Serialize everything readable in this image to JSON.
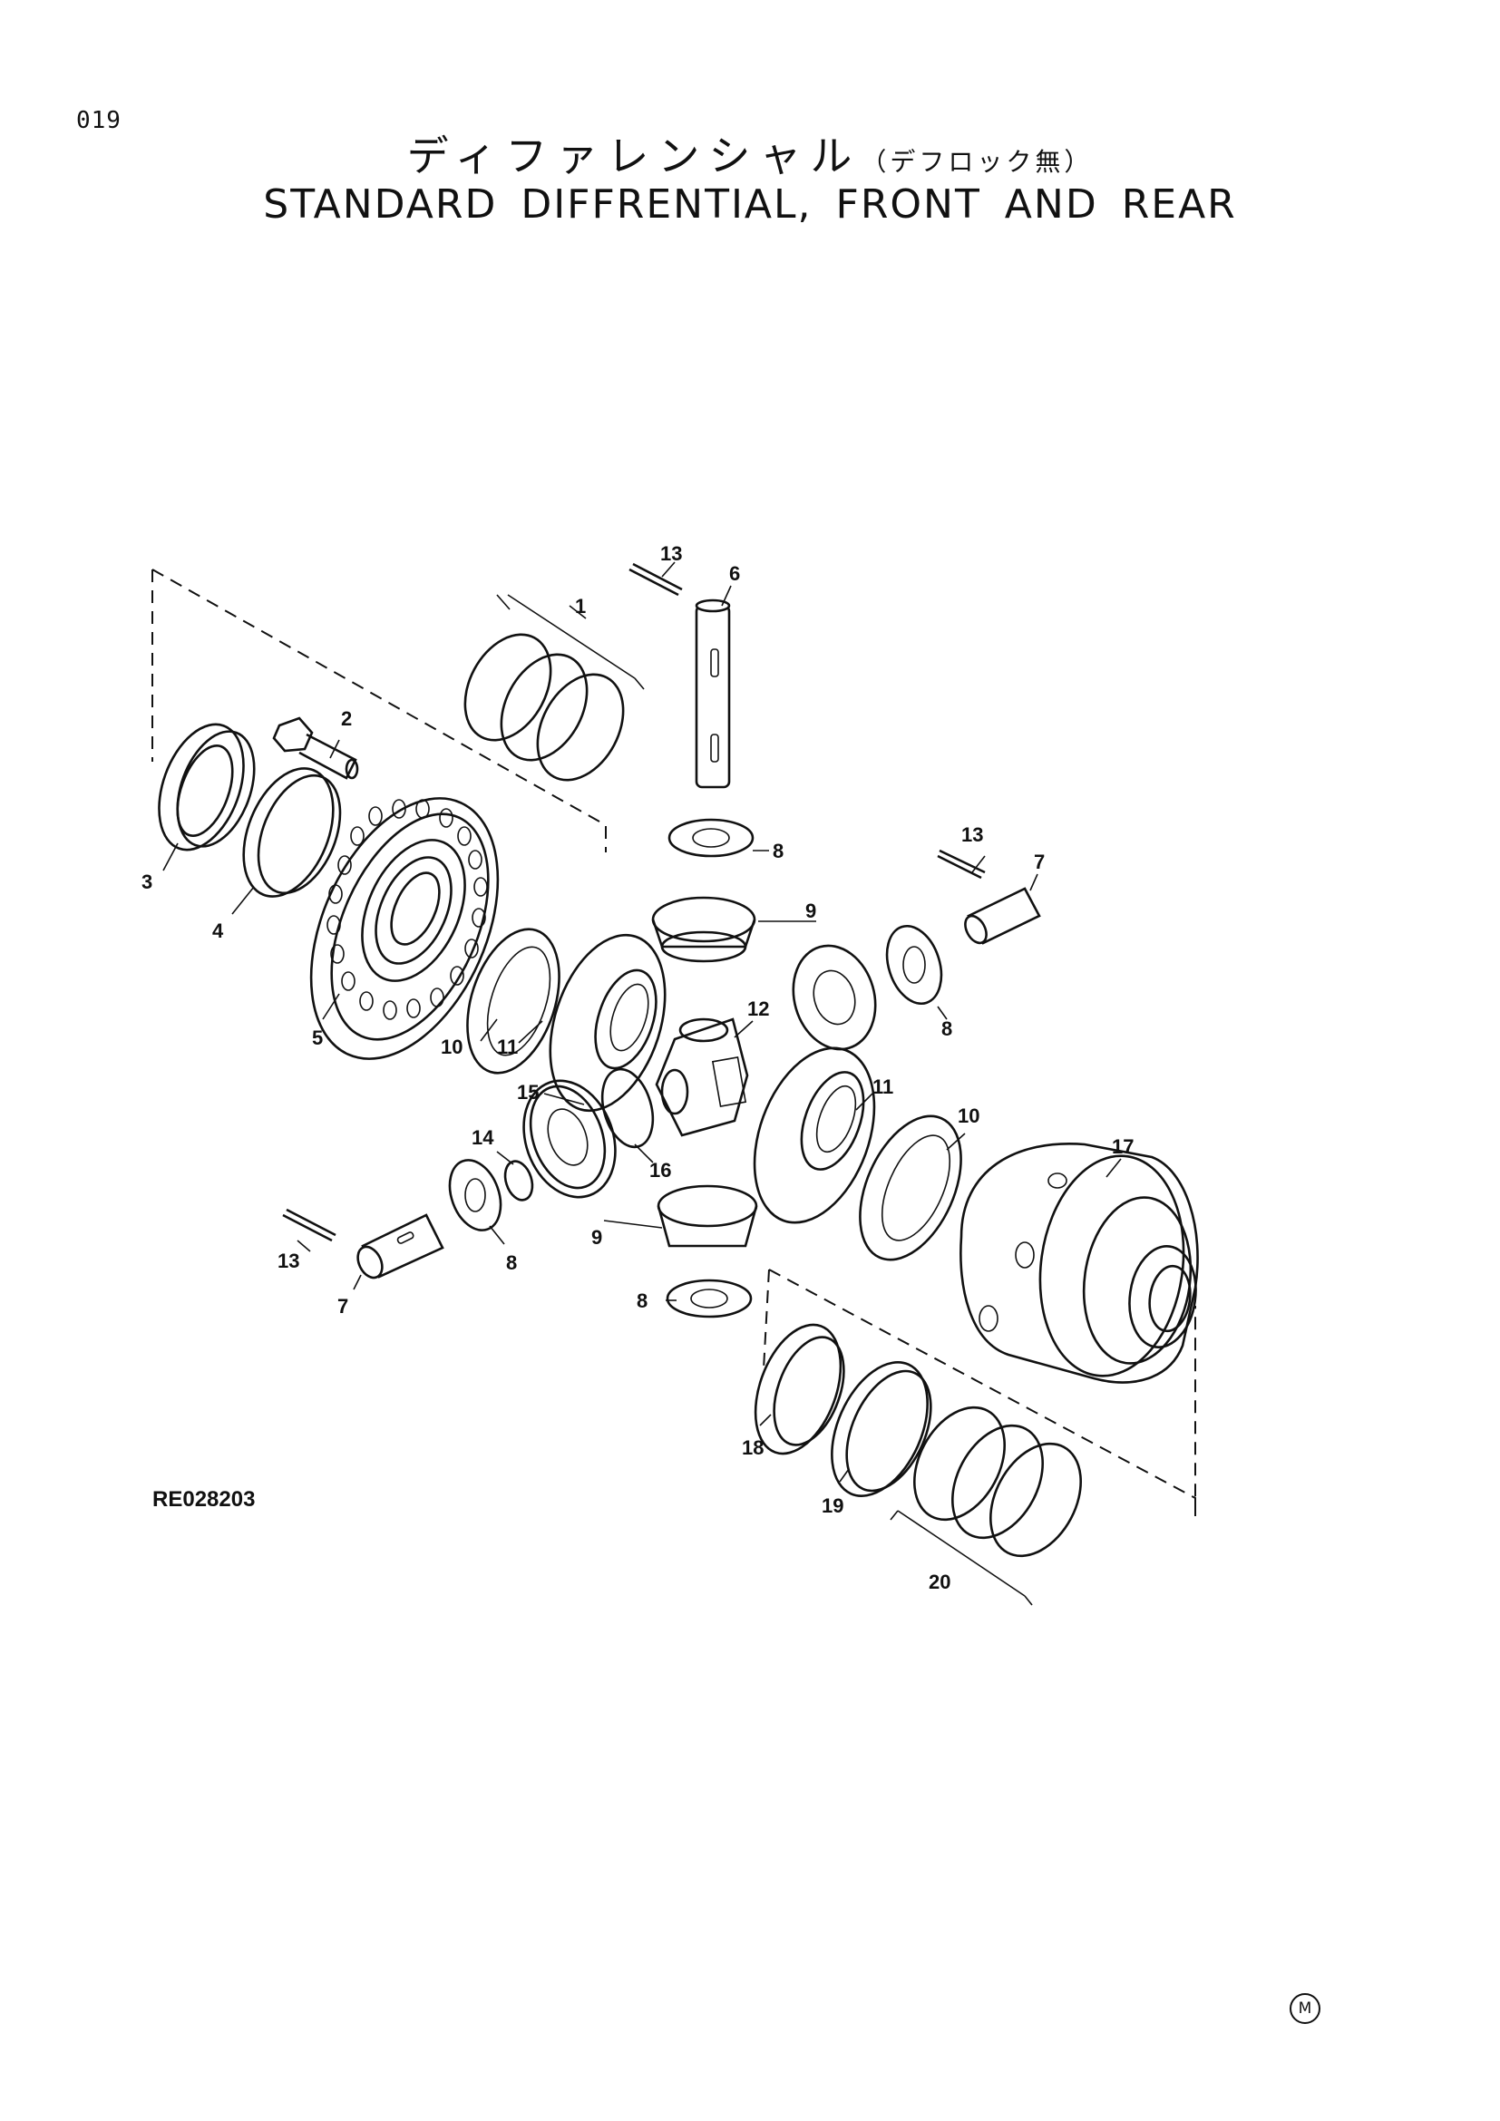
{
  "page_number": "019",
  "title_japanese": "ディファレンシャル",
  "title_japanese_sub": "（デフロック無）",
  "title_english": "STANDARD DIFFRENTIAL, FRONT AND REAR",
  "figure_code": "RE028203",
  "corner_mark": "M",
  "callouts": [
    "1",
    "2",
    "3",
    "4",
    "5",
    "6",
    "7",
    "7",
    "8",
    "8",
    "8",
    "8",
    "9",
    "9",
    "10",
    "10",
    "11",
    "11",
    "12",
    "13",
    "13",
    "13",
    "14",
    "15",
    "16",
    "17",
    "18",
    "19",
    "20"
  ]
}
